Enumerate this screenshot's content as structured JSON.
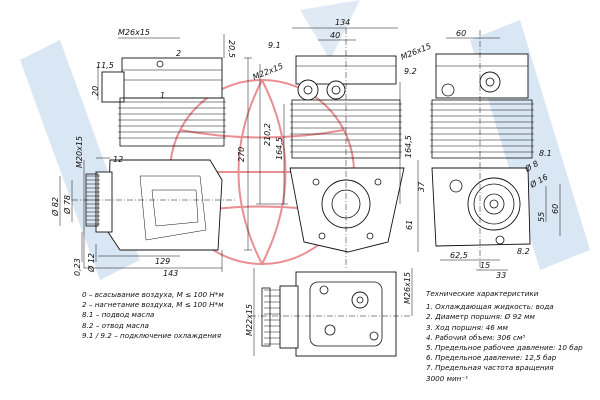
{
  "colors": {
    "watermark_blue": "#3b82c4",
    "watermark_red": "#d8323b",
    "line": "#111111"
  },
  "dims": {
    "m26x15_a": "M26x15",
    "d205": "20,5",
    "d115": "11,5",
    "d20": "20",
    "d270": "270",
    "m20x15": "M20x15",
    "d12": "12",
    "phi82": "Ø 82",
    "phi78": "Ø 78",
    "d23": "0,23",
    "phi12": "Ø 12",
    "d129": "129",
    "d143": "143",
    "d134": "134",
    "d40": "40",
    "d91": "9.1",
    "m22x15_a": "M22x15",
    "d2102": "210,2",
    "d1645_a": "164,5",
    "m26x15_b": "M26x15",
    "d60": "60",
    "d92": "9.2",
    "d1645_b": "164,5",
    "d81": "8.1",
    "phi8": "Ø 8",
    "phi16": "Ø 16",
    "d37": "37",
    "d61": "61",
    "d55": "55",
    "d60b": "60",
    "d82": "8.2",
    "d625": "62,5",
    "d15": "15",
    "d33": "33",
    "m22x15_b": "M22x15",
    "m26x15_c": "M26x15",
    "n1": "1",
    "n2": "2"
  },
  "legend": [
    "0 – всасывание воздуха, М ≤ 100 Н*м",
    "2 – нагнетание воздуха, М ≤ 100 Н*м",
    "8.1 – подвод масла",
    "8.2 – отвод масла",
    "9.1 / 9.2 – подключение охлаждения"
  ],
  "specs": {
    "title": "Технические характеристики",
    "items": [
      "1. Охлаждающая жидкость: вода",
      "2. Диаметр поршня: Ø 92 мм",
      "3. Ход поршня: 46 мм",
      "4. Рабочий объем: 306 см³",
      "5. Предельное рабочее давление: 10 бар",
      "6. Предельное давление: 12,5 бар",
      "7. Предельная частота вращения",
      "3000 мин⁻¹"
    ]
  }
}
